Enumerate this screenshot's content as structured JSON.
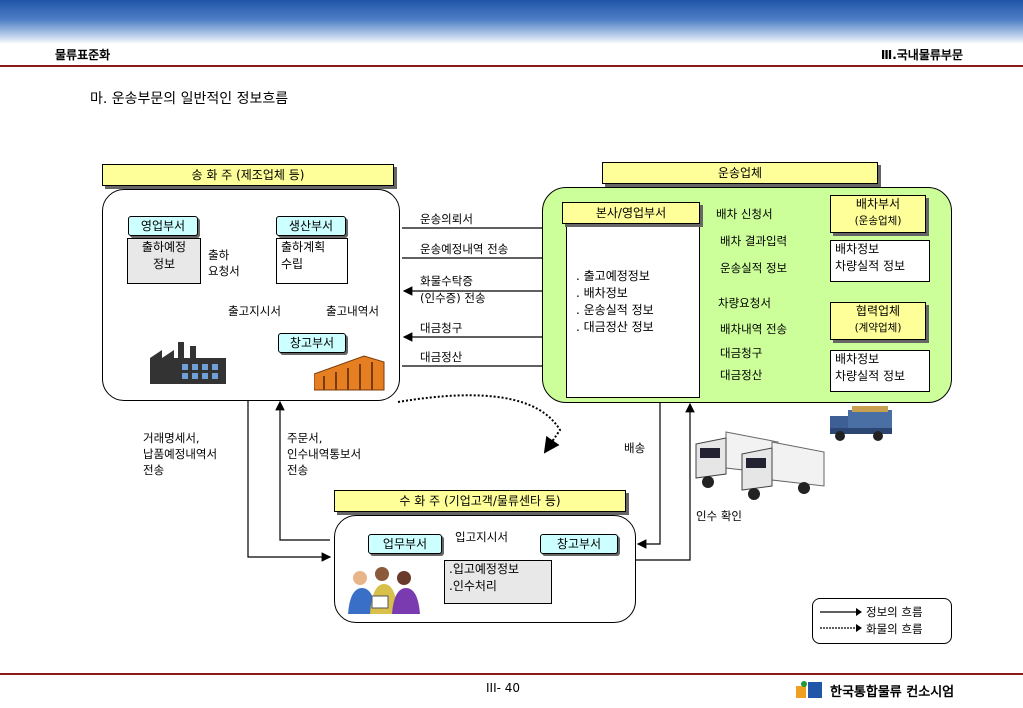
{
  "header": {
    "left": "물류표준화",
    "right": "Ⅲ.국내물류부문"
  },
  "section_title": "마. 운송부문의 일반적인 정보흐름",
  "shipper": {
    "title": "송  화  주 (제조업체 등)",
    "sales_dept": "영업부서",
    "prod_dept": "생산부서",
    "ship_plan_info": [
      "출하예정",
      "정보"
    ],
    "ship_request": [
      "출하",
      "요청서"
    ],
    "ship_plan_make": [
      "출하계획",
      "수립"
    ],
    "outbound_instr": "출고지시서",
    "outbound_detail": "출고내역서",
    "warehouse": "창고부서"
  },
  "carrier": {
    "title": "운송업체",
    "hq": "본사/영업부서",
    "info_list": [
      ". 출고예정정보",
      ". 배차정보",
      ". 운송실적 정보",
      ". 대금정산 정보"
    ],
    "dispatch_dept": "배차부서",
    "dispatch_dept_sub": "(운송업체)",
    "dispatch_info": [
      "배차정보",
      "차량실적 정보"
    ],
    "partner": "협력업체",
    "partner_sub": "(계약업체)",
    "partner_info": [
      "배차정보",
      "차량실적 정보"
    ],
    "arrows": {
      "dispatch_req": "배차 신청서",
      "dispatch_result": "배차  결과입력",
      "transport_perf": "운송실적 정보",
      "vehicle_req": "차량요청서",
      "dispatch_detail": "배차내역 전송",
      "billing": "대금청구",
      "settlement": "대금정산"
    }
  },
  "middle_arrows": {
    "transport_request": "운송의뢰서",
    "transport_plan": "운송예정내역 전송",
    "cargo_receipt": [
      "화물수탁증",
      "(인수증) 전송"
    ],
    "billing": "대금청구",
    "settlement": "대금정산"
  },
  "side_labels": {
    "left": [
      "거래명세서,",
      "납품예정내역서",
      "전송"
    ],
    "mid": [
      "주문서,",
      "인수내역통보서",
      "전송"
    ],
    "delivery": "배송",
    "receipt_confirm": "인수 확인"
  },
  "consignee": {
    "title": "수  화  주 (기업고객/물류센타 등)",
    "work_dept": "업무부서",
    "warehouse": "창고부서",
    "inbound_instr": "입고지시서",
    "info": [
      ".입고예정정보",
      ".인수처리"
    ]
  },
  "legend": {
    "info_flow": "정보의 흐름",
    "goods_flow": "화물의 흐름"
  },
  "footer": {
    "page": "III- 40",
    "logo_text": "한국통합물류 컨소시엄"
  },
  "colors": {
    "accent": "#8b1a1a",
    "green": "#ccff99",
    "yellow": "#ffff99",
    "cyan": "#ccffff"
  }
}
